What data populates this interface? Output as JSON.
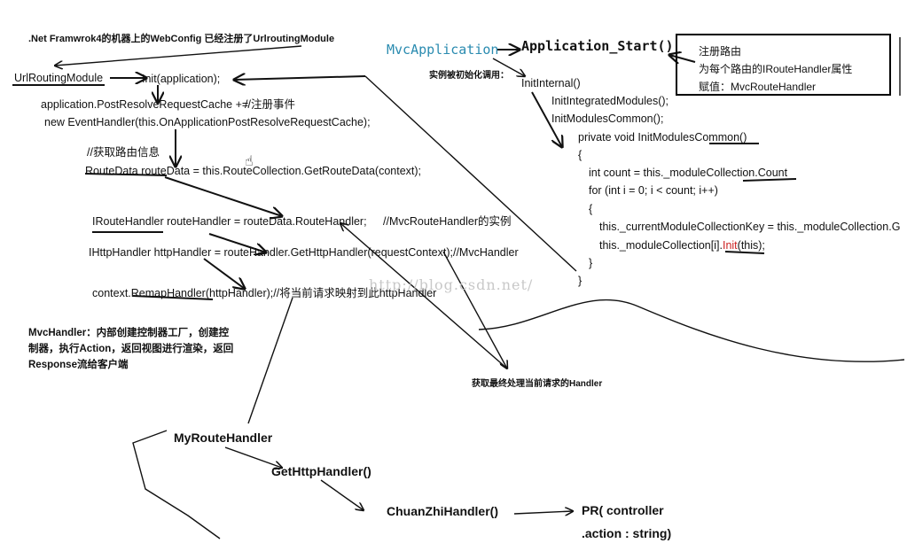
{
  "diagram": {
    "note_top": ".Net Framwrok4的机器上的WebConfig 已经注册了UrlroutingModule",
    "url_routing_module": "UrlRoutingModule",
    "init_application": "Init(application);",
    "post_resolve_a": "application.PostResolveRequestCache +=",
    "post_resolve_comment": "//注册事件",
    "post_resolve_b": "new EventHandler(this.OnApplicationPostResolveRequestCache);",
    "route_comment": "//获取路由信息",
    "route_data_line": "RouteData routeData = this.RouteCollection.GetRouteData(context);",
    "iroute_handler_line": "IRouteHandler routeHandler = routeData.RouteHandler;",
    "iroute_handler_comment": "//MvcRouteHandler的实例",
    "ihttp_handler_line": "IHttpHandler httpHandler = routeHandler.GetHttpHandler(requestContext);//MvcHandler",
    "remap_line": "context.RemapHandler(httpHandler);//将当前请求映射到此httpHandler",
    "mvc_handler_note_1": "MvcHandler：内部创建控制器工厂，创建控",
    "mvc_handler_note_2": "制器，执行Action，返回视图进行渲染，返回",
    "mvc_handler_note_3": "Response流给客户端",
    "final_handler_note": "获取最终处理当前请求的Handler",
    "mvc_application": "MvcApplication",
    "application_start": "Application_Start()",
    "instance_init_note": "实例被初始化调用：",
    "init_internal": "InitInternal()",
    "init_integrated": "InitIntegratedModules();",
    "init_modules_common": "InitModulesCommon();",
    "private_void": "private void InitModulesCommon()",
    "brace_open_1": "{",
    "int_count": "int count = this._moduleCollection.Count",
    "for_loop": "for (int i = 0; i < count; i++)",
    "brace_open_2": "{",
    "current_key": "this._currentModuleCollectionKey = this._moduleCollection.G",
    "module_init_prefix": "this._moduleCollection[i].",
    "module_init_call": "Init",
    "module_init_suffix": "(this);",
    "brace_close_2": "}",
    "brace_close_1": "}",
    "box_line_1": "注册路由",
    "box_line_2": "为每个路由的IRouteHandler属性",
    "box_line_3": "赋值：MvcRouteHandler",
    "watermark": "http://blog.csdn.net/",
    "my_route_handler": "MyRouteHandler",
    "get_http_handler": "GetHttpHandler()",
    "chuanzhi_handler": "ChuanZhiHandler()",
    "pr_line_1": "PR(  controller",
    "pr_line_2": ".action  :  string)"
  },
  "colors": {
    "ink": "#111111",
    "accent_teal": "#2a8bb0",
    "accent_red": "#cc2222",
    "watermark": "#c8c8c8"
  }
}
